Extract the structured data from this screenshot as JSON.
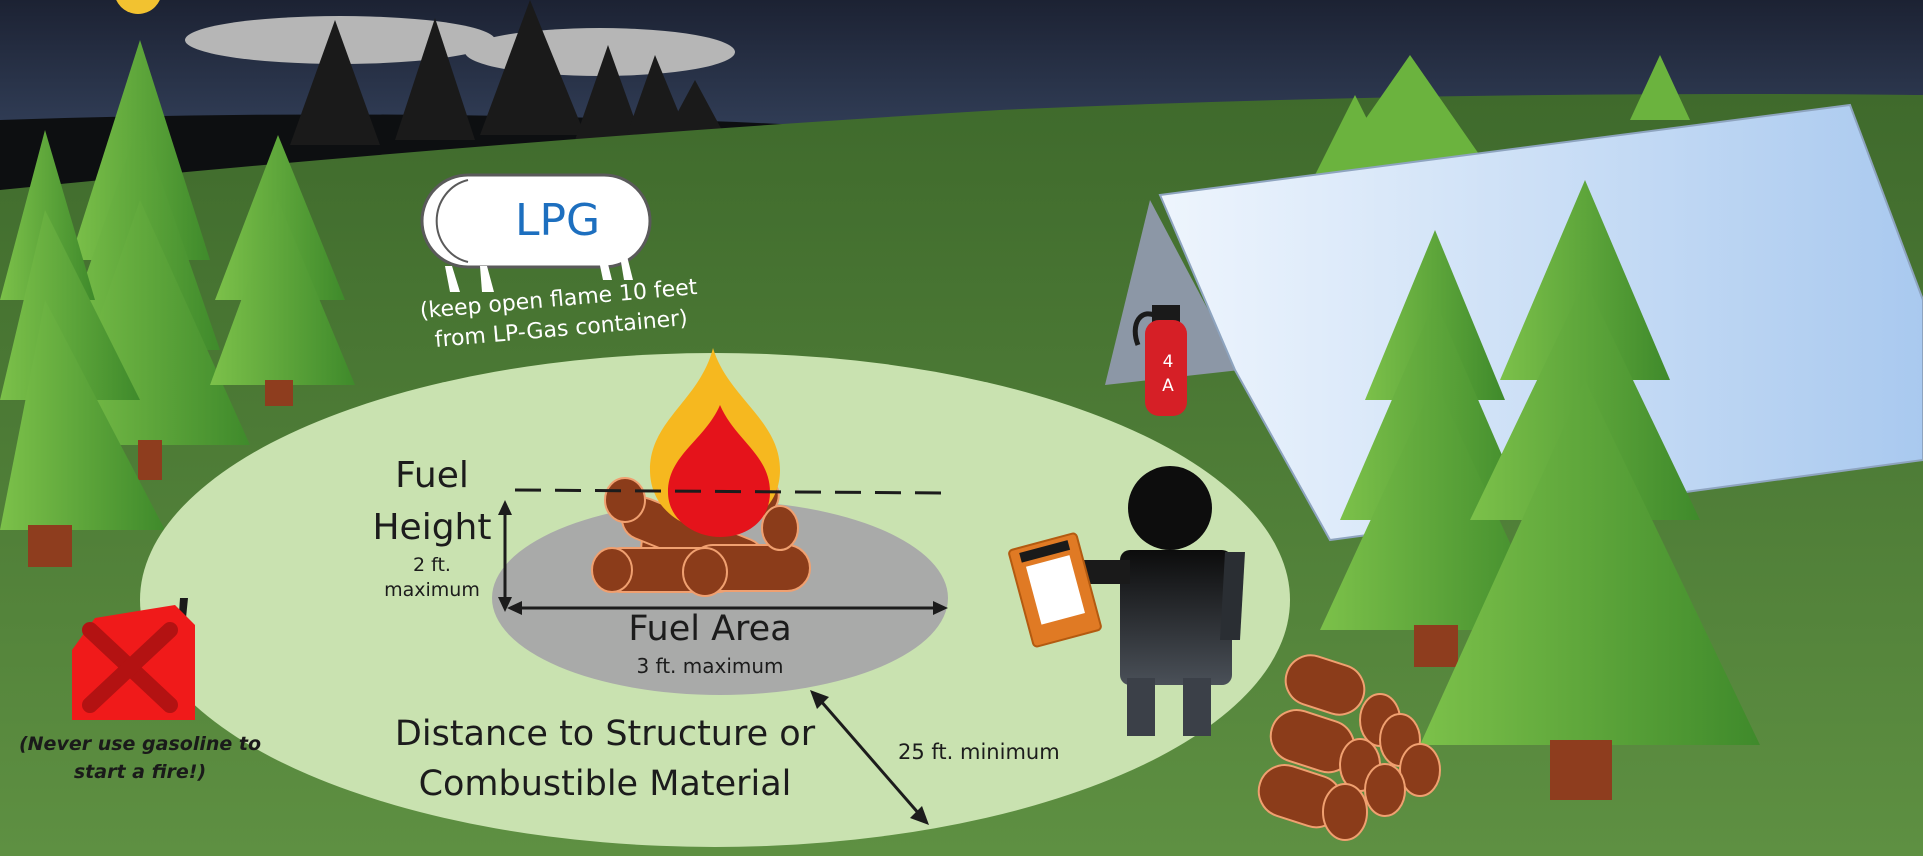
{
  "lpg": {
    "tank_label": "LPG",
    "note_line1": "(keep open flame 10 feet",
    "note_line2": "from LP-Gas container)"
  },
  "fuel_height": {
    "title_line1": "Fuel",
    "title_line2": "Height",
    "limit_line1": "2 ft.",
    "limit_line2": "maximum"
  },
  "fuel_area": {
    "title": "Fuel Area",
    "limit": "3 ft. maximum"
  },
  "distance": {
    "title_line1": "Distance to Structure or",
    "title_line2": "Combustible Material",
    "limit": "25 ft. minimum"
  },
  "gasoline": {
    "note_line1": "(Never use gasoline to",
    "note_line2": "start a fire!)"
  },
  "extinguisher": {
    "rating_line1": "4",
    "rating_line2": "A"
  },
  "colors": {
    "sky_top": "#1c2233",
    "sky_bottom": "#3b4d68",
    "grass": "#4d7a34",
    "clearing": "#c9e2b0",
    "fire_pit": "#a9aaa9",
    "flame_outer": "#f6b81f",
    "flame_inner": "#e5131b",
    "log": "#8b3c1a",
    "tent": "#c7ddf4",
    "extinguisher": "#d61f26",
    "gas_can": "#f01a1a",
    "tree_light": "#6bb33e",
    "tree_dark": "#3f8a2b",
    "trunk": "#8e3d1e"
  }
}
